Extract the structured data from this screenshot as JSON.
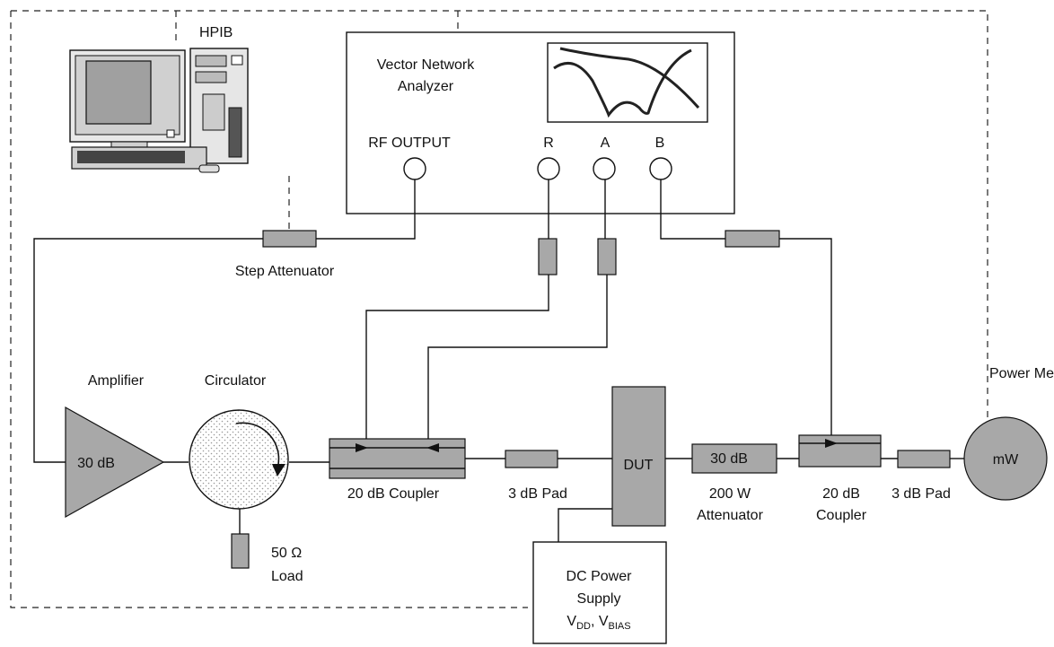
{
  "labels": {
    "hpib": "HPIB",
    "vna_line1": "Vector Network",
    "vna_line2": "Analyzer",
    "rf_output": "RF OUTPUT",
    "port_r": "R",
    "port_a": "A",
    "port_b": "B",
    "step_attenuator": "Step Attenuator",
    "amplifier": "Amplifier",
    "amplifier_gain": "30 dB",
    "circulator": "Circulator",
    "load_line1": "50 Ω",
    "load_line2": "Load",
    "coupler1": "20 dB Coupler",
    "pad1": "3 dB Pad",
    "dut": "DUT",
    "attenuator_value": "30 dB",
    "attenuator_line1": "200 W",
    "attenuator_line2": "Attenuator",
    "coupler2_line1": "20 dB",
    "coupler2_line2": "Coupler",
    "pad2": "3 dB Pad",
    "power_meter": "Power Meter",
    "power_meter_unit": "mW",
    "dc_line1": "DC Power",
    "dc_line2": "Supply",
    "dc_vdd_main": "V",
    "dc_vdd_sub": "DD",
    "dc_sep": ", V",
    "dc_vbias_sub": "BIAS"
  }
}
